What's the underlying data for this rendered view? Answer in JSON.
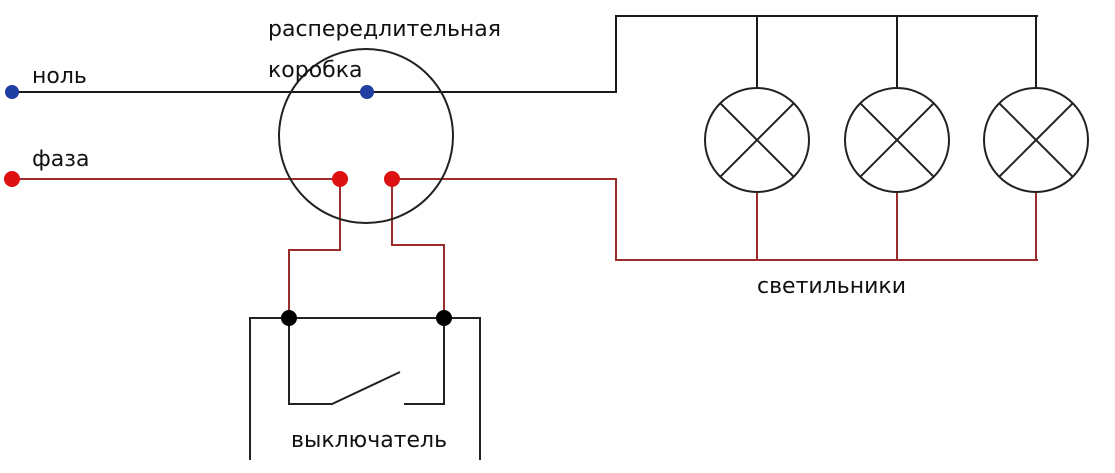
{
  "labels": {
    "neutral": "ноль",
    "phase": "фаза",
    "junction_box_line1": "распередлительная",
    "junction_box_line2": "коробка",
    "lamps": "светильники",
    "switch": "выключатель"
  },
  "colors": {
    "neutral_wire": "#1a1a1a",
    "phase_wire": "#9c2b2b",
    "neutral_terminal": "#1f3fa0",
    "phase_terminal": "#dd1111",
    "switch_terminal": "#000000",
    "outline": "#222222"
  },
  "lamps": [
    {
      "symbol": "lamp-cross-icon"
    },
    {
      "symbol": "lamp-cross-icon"
    },
    {
      "symbol": "lamp-cross-icon"
    }
  ]
}
